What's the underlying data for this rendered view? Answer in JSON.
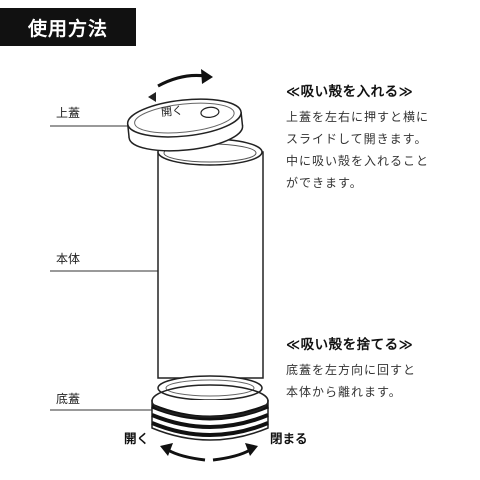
{
  "title": "使用方法",
  "parts": {
    "lid_top": "上蓋",
    "body": "本体",
    "lid_bottom": "底蓋"
  },
  "lid_top_marking": "開く",
  "section_insert": {
    "heading": "≪吸い殻を入れる≫",
    "lines": [
      "上蓋を左右に押すと横に",
      "スライドして開きます。",
      "中に吸い殻を入れること",
      "ができます。"
    ]
  },
  "section_dispose": {
    "heading": "≪吸い殻を捨てる≫",
    "lines": [
      "底蓋を左方向に回すと",
      "本体から離れます。"
    ]
  },
  "bottom_directions": {
    "open": "開く",
    "close": "閉まる"
  }
}
